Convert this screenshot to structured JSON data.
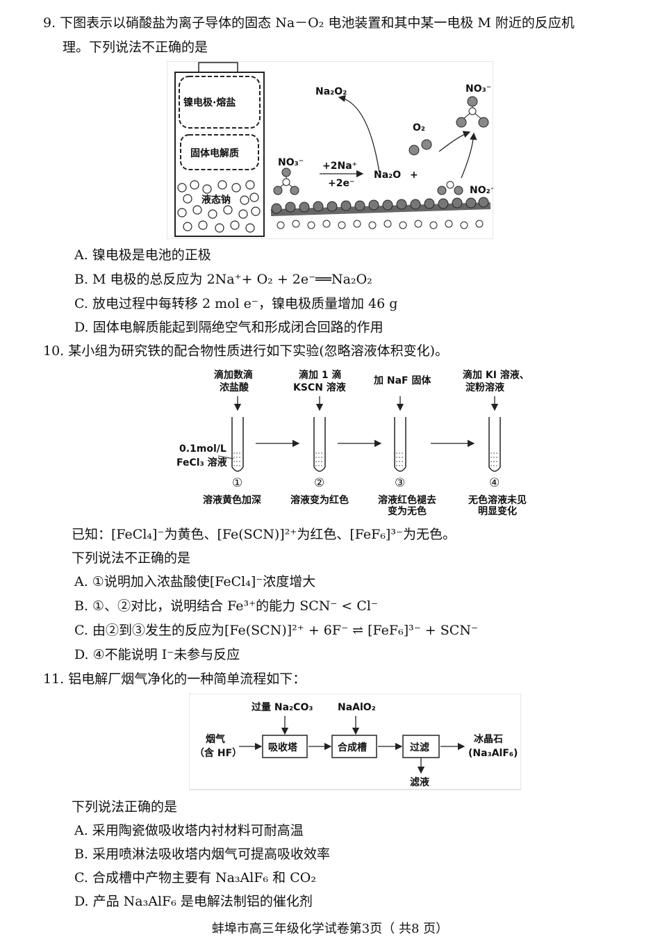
{
  "q9": {
    "line1": "9. 下图表示以硝酸盐为离子导体的固态 Na－O₂ 电池装置和其中某一电极 M 附近的反应机",
    "line2": "理。下列说法不正确的是",
    "figure": {
      "nickel_electrode": "镍电极·熔盐",
      "solid_electrolyte": "固体电解质",
      "liquid_sodium": "液态钠",
      "na2o2": "Na₂O₂",
      "no3_top": "NO₃⁻",
      "o2": "O₂",
      "no3_left": "NO₃⁻",
      "plus_2na": "+2Na⁺",
      "plus_2e": "+2e⁻",
      "na2o": "Na₂O",
      "plus": "+",
      "no2": "NO₂⁻"
    },
    "options": [
      "A.  镍电极是电池的正极",
      "B.  M 电极的总反应为 2Na⁺+ O₂ + 2e⁻══Na₂O₂",
      "C.  放电过程中每转移 2 mol e⁻，镍电极质量增加 46 g",
      "D.  固体电解质能起到隔绝空气和形成闭合回路的作用"
    ]
  },
  "q10": {
    "line1": "10. 某小组为研究铁的配合物性质进行如下实验(忽略溶液体积变化)。",
    "figure": {
      "step1_reagent_a": "滴加数滴",
      "step1_reagent_b": "浓盐酸",
      "step2_reagent_a": "滴加 1 滴",
      "step2_reagent_b": "KSCN 溶液",
      "step3_reagent": "加 NaF 固体",
      "step4_reagent_a": "滴加 KI 溶液、",
      "step4_reagent_b": "淀粉溶液",
      "start_conc": "0.1mol/L",
      "start_solution": "FeCl₃ 溶液",
      "tube_labels": [
        "①",
        "②",
        "③",
        "④"
      ],
      "result1": "溶液黄色加深",
      "result2": "溶液变为红色",
      "result3a": "溶液红色褪去",
      "result3b": "变为无色",
      "result4a": "无色溶液未见",
      "result4b": "明显变化"
    },
    "known": "已知：[FeCl₄]⁻为黄色、[Fe(SCN)]²⁺为红色、[FeF₆]³⁻为无色。",
    "stem": "下列说法不正确的是",
    "options": [
      "A.  ①说明加入浓盐酸使[FeCl₄]⁻浓度增大",
      "B.  ①、②对比，说明结合 Fe³⁺的能力 SCN⁻ < Cl⁻",
      "C.  由②到③发生的反应为[Fe(SCN)]²⁺ + 6F⁻ ⇌ [FeF₆]³⁻ + SCN⁻",
      "D.  ④不能说明 I⁻未参与反应"
    ]
  },
  "q11": {
    "line1": "11. 铝电解厂烟气净化的一种简单流程如下：",
    "figure": {
      "input_a": "烟气",
      "input_b": "（含 HF）",
      "reagent1": "过量 Na₂CO₃",
      "reagent2": "NaAlO₂",
      "box1": "吸收塔",
      "box2": "合成槽",
      "box3": "过滤",
      "filtrate": "滤液",
      "product_a": "冰晶石",
      "product_b": "(Na₃AlF₆)"
    },
    "stem": "下列说法正确的是",
    "options": [
      "A.  采用陶瓷做吸收塔内衬材料可耐高温",
      "B.  采用喷淋法吸收塔内烟气可提高吸收效率",
      "C.  合成槽中产物主要有 Na₃AlF₆ 和 CO₂",
      "D.  产品 Na₃AlF₆ 是电解法制铝的催化剂"
    ]
  },
  "footer": "蚌埠市高三年级化学试卷第3页（ 共8 页）"
}
